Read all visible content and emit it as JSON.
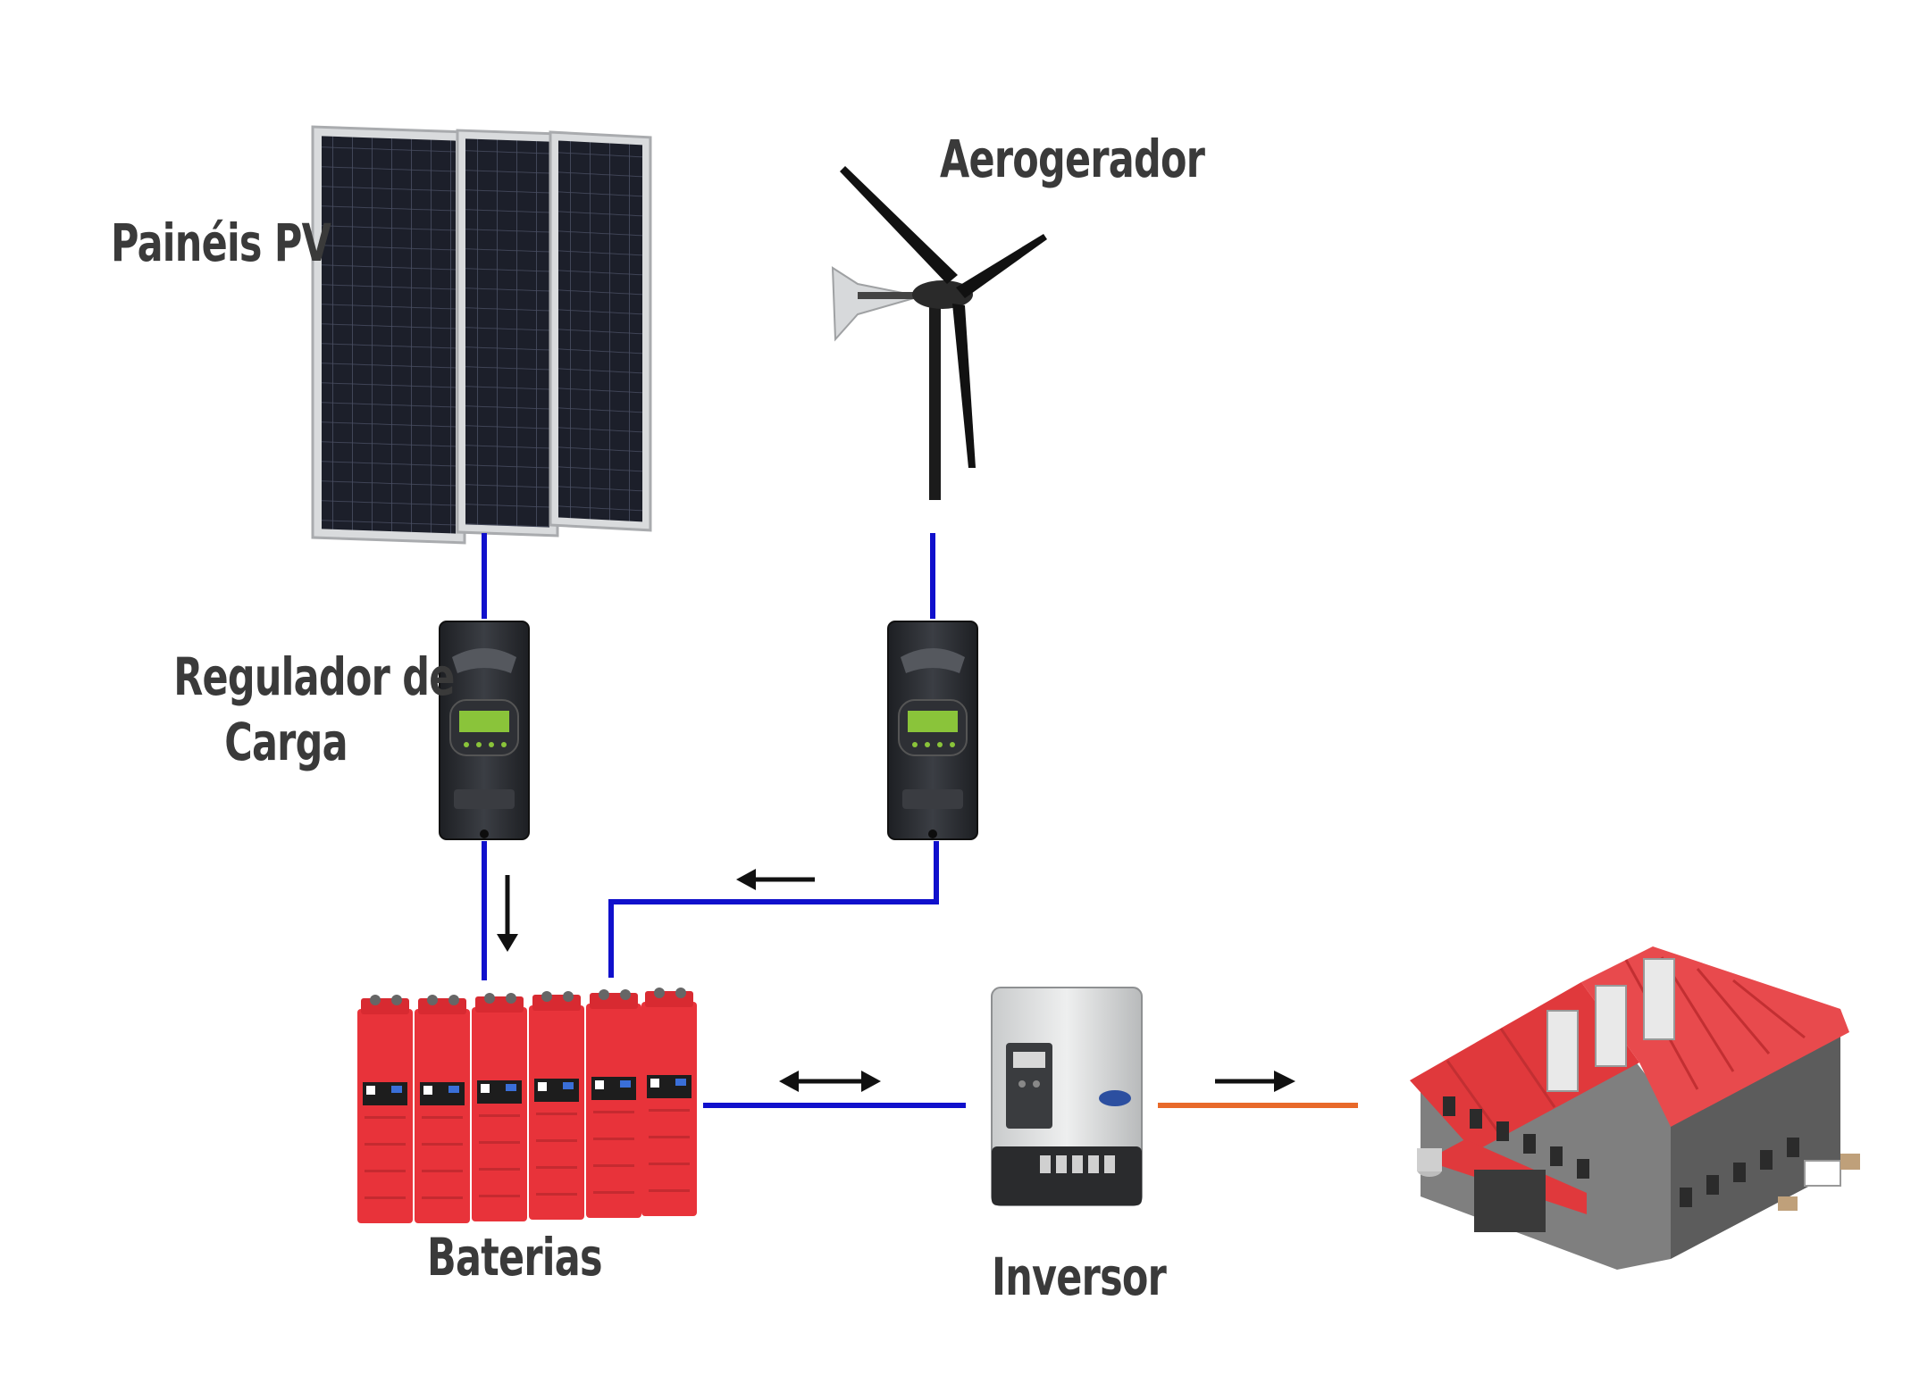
{
  "labels": {
    "pv_panels": "Painéis PV",
    "wind_turbine": "Aerogerador",
    "charge_controller_line1": "Regulador de",
    "charge_controller_line2": "Carga",
    "batteries": "Baterias",
    "inverter": "Inversor"
  },
  "colors": {
    "dc_wire": "#1010cc",
    "ac_wire": "#e8692a",
    "battery": "#e8333a",
    "roof": "#e0393c",
    "panel": "#1c1f2a",
    "controller": "#2a2d33",
    "lcd": "#8ac43a"
  },
  "flows": [
    {
      "from": "pv_panels",
      "to": "charge_controller_pv",
      "wire": "dc"
    },
    {
      "from": "wind_turbine",
      "to": "charge_controller_wind",
      "wire": "dc"
    },
    {
      "from": "charge_controller_pv",
      "to": "batteries",
      "wire": "dc",
      "direction": "down"
    },
    {
      "from": "charge_controller_wind",
      "to": "batteries",
      "wire": "dc",
      "direction": "left"
    },
    {
      "from": "batteries",
      "to": "inverter",
      "wire": "dc",
      "direction": "bidirectional"
    },
    {
      "from": "inverter",
      "to": "building",
      "wire": "ac",
      "direction": "right"
    }
  ]
}
